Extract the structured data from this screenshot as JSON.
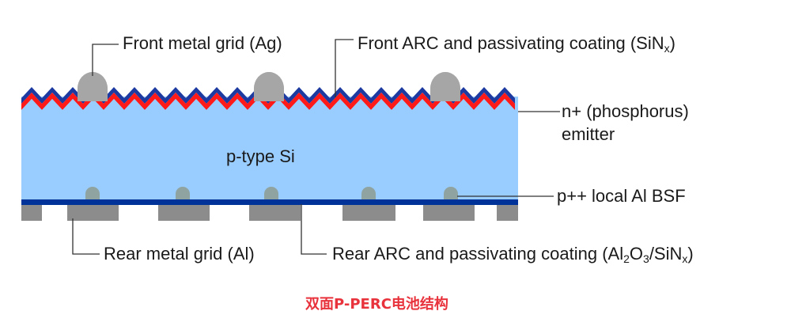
{
  "title": "双面P-PERC电池结构",
  "colors": {
    "silicon": "#99ccff",
    "front_arc": "#1c3aa0",
    "emitter": "#ff1a1a",
    "front_contact": "#a6a6a6",
    "rear_passivation": "#003399",
    "rear_contact": "#8c8c8c",
    "local_bsf": "#8fa3a0",
    "caption": "#e8323c"
  },
  "labels": {
    "front_metal_grid": "Front metal grid (Ag)",
    "front_arc": {
      "text": "Front ARC and passivating coating (SiN",
      "sub": "x",
      "end": ")"
    },
    "emitter_line1": "n+ (phosphorus)",
    "emitter_line2": "emitter",
    "substrate": "p-type Si",
    "local_bsf": "p++ local Al BSF",
    "rear_metal_grid": "Rear metal grid (Al)",
    "rear_arc": {
      "text": "Rear ARC and passivating coating (Al",
      "sub1": "2",
      "mid1": "O",
      "sub2": "3",
      "mid2": "/SiN",
      "sub3": "x",
      "end": ")"
    }
  },
  "structure": {
    "front_contacts_count": 3,
    "rear_contacts_count": 7,
    "local_bsf_count": 5
  }
}
